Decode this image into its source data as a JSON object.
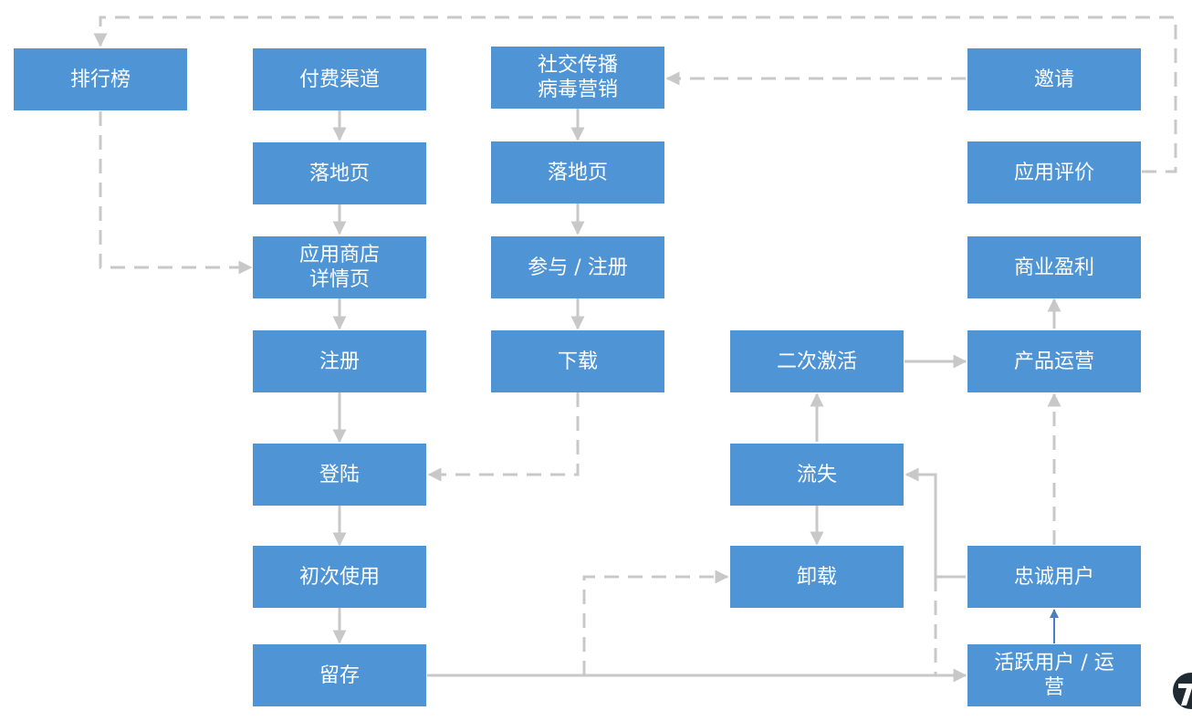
{
  "nodes": {
    "leaderboard": "排行榜",
    "paid_channel": "付费渠道",
    "landing_page_1": "落地页",
    "app_store_detail": "应用商店\n详情页",
    "register": "注册",
    "login": "登陆",
    "first_use": "初次使用",
    "retention": "留存",
    "social_viral": "社交传播\n病毒营销",
    "landing_page_2": "落地页",
    "participate_register": "参与 / 注册",
    "download": "下载",
    "invite": "邀请",
    "app_review": "应用评价",
    "monetization": "商业盈利",
    "product_ops": "产品运营",
    "reactivation": "二次激活",
    "churn": "流失",
    "uninstall": "卸载",
    "loyal_user": "忠诚用户",
    "active_user": "活跃用户 / 运\n营"
  },
  "colors": {
    "box_fill": "#4f94d4",
    "box_text": "#ffffff",
    "connector": "#c8c8c8",
    "accent_arrow": "#4a7fc1",
    "logo": "#1f2a33"
  },
  "logo": {
    "icon": "brand-logo-icon"
  }
}
